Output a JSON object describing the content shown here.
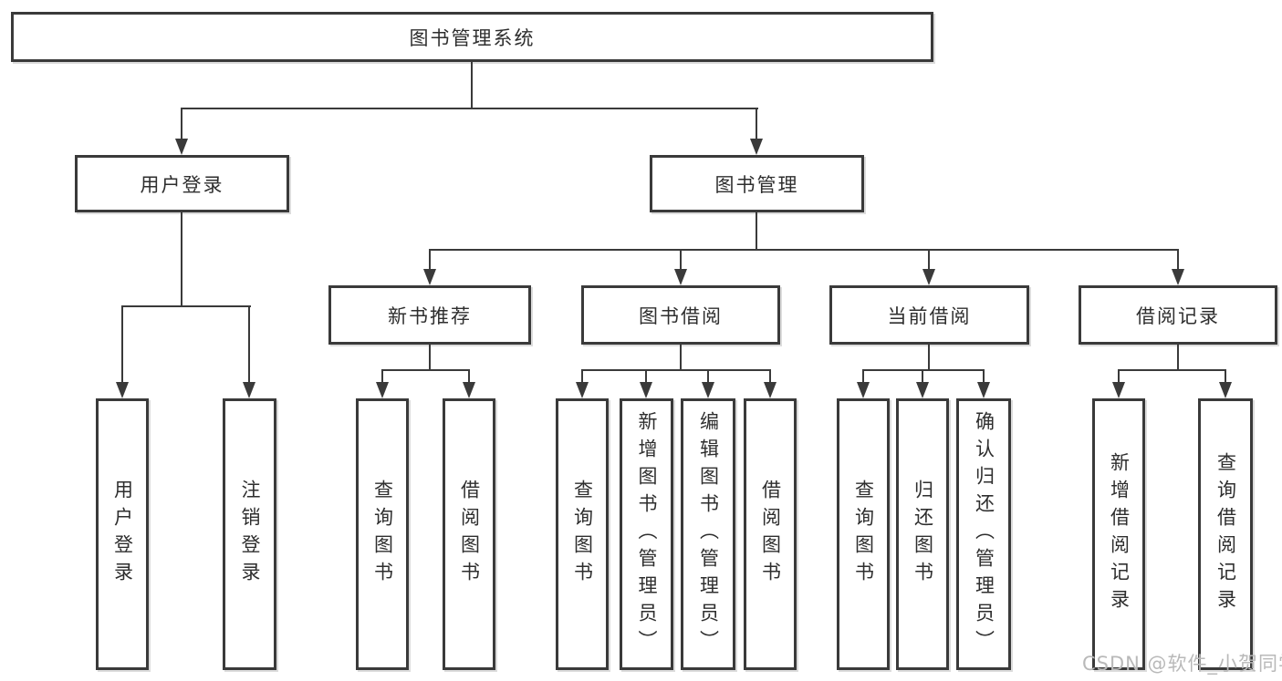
{
  "nodes": {
    "system": {
      "label": "图书管理系统"
    },
    "user_login": {
      "label": "用户登录"
    },
    "book_mgmt": {
      "label": "图书管理"
    },
    "new_book_rec": {
      "label": "新书推荐"
    },
    "book_borrow": {
      "label": "图书借阅"
    },
    "current_borrow": {
      "label": "当前借阅"
    },
    "borrow_records": {
      "label": "借阅记录"
    },
    "leaf_user_login": {
      "label": "用户登录"
    },
    "leaf_logout": {
      "label": "注销登录"
    },
    "leaf_query_book_1": {
      "label": "查询图书"
    },
    "leaf_borrow_book_1": {
      "label": "借阅图书"
    },
    "leaf_query_book_2": {
      "label": "查询图书"
    },
    "leaf_add_book": {
      "label": "新增图书（管理员）"
    },
    "leaf_edit_book": {
      "label": "编辑图书（管理员）"
    },
    "leaf_borrow_book_2": {
      "label": "借阅图书"
    },
    "leaf_query_book_3": {
      "label": "查询图书"
    },
    "leaf_return_book": {
      "label": "归还图书"
    },
    "leaf_confirm_return": {
      "label": "确认归还（管理员）"
    },
    "leaf_add_borrow_rec": {
      "label": "新增借阅记录"
    },
    "leaf_query_borrow_rec": {
      "label": "查询借阅记录"
    }
  },
  "structure": {
    "label": "图书管理系统",
    "children": [
      {
        "label": "用户登录",
        "children": [
          {
            "label": "用户登录"
          },
          {
            "label": "注销登录"
          }
        ]
      },
      {
        "label": "图书管理",
        "children": [
          {
            "label": "新书推荐",
            "children": [
              {
                "label": "查询图书"
              },
              {
                "label": "借阅图书"
              }
            ]
          },
          {
            "label": "图书借阅",
            "children": [
              {
                "label": "查询图书"
              },
              {
                "label": "新增图书（管理员）"
              },
              {
                "label": "编辑图书（管理员）"
              },
              {
                "label": "借阅图书"
              }
            ]
          },
          {
            "label": "当前借阅",
            "children": [
              {
                "label": "查询图书"
              },
              {
                "label": "归还图书"
              },
              {
                "label": "确认归还（管理员）"
              }
            ]
          },
          {
            "label": "借阅记录",
            "children": [
              {
                "label": "新增借阅记录"
              },
              {
                "label": "查询借阅记录"
              }
            ]
          }
        ]
      }
    ]
  },
  "watermark": "CSDN @软件_小贺同学",
  "colors": {
    "line": "#3a3a3a",
    "text": "#2e2e2e",
    "watermark": "#b9b9b9",
    "background": "#ffffff"
  }
}
